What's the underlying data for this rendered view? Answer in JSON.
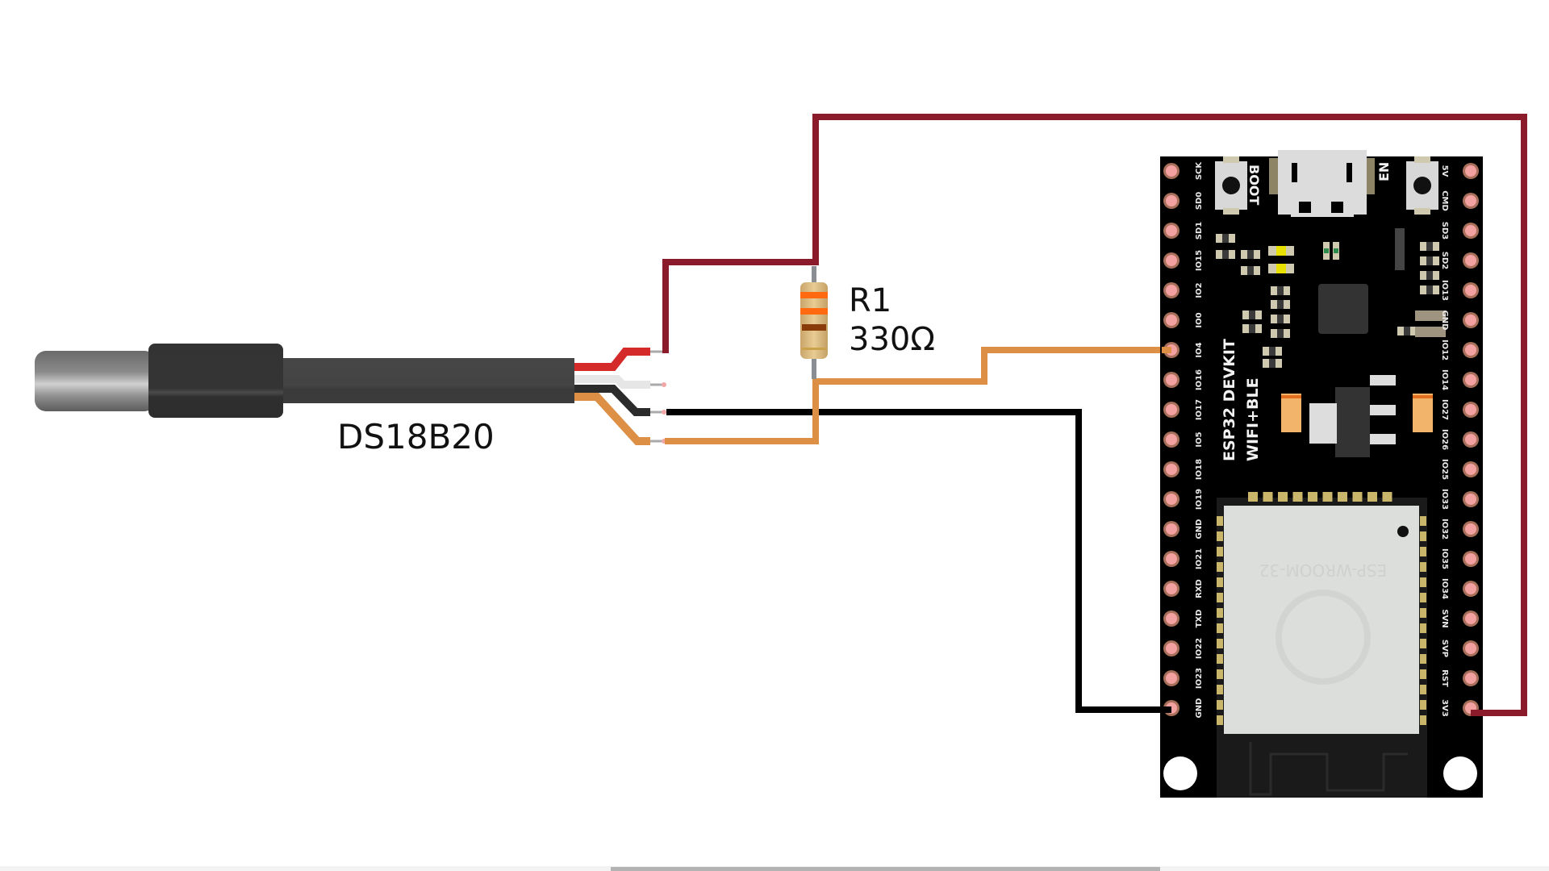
{
  "diagram": {
    "sensor": {
      "label": "DS18B20",
      "wire_colors": {
        "vcc": "#d42a2a",
        "nc": "#e6e6e6",
        "gnd": "#2b2b2b",
        "data": "#dc8f45"
      }
    },
    "resistor": {
      "designator": "R1",
      "value": "330Ω",
      "bands": [
        "#ff6a10",
        "#ff6a10",
        "#8a3b0a",
        "#c9a24a"
      ]
    },
    "board": {
      "name_line1": "ESP32 DEVKIT",
      "name_line2": "WIFI+BLE",
      "boot_label": "BOOT",
      "en_label": "EN",
      "module_label": "ESP-WROOM-32",
      "left_pins": [
        "SCK",
        "SD0",
        "SD1",
        "IO15",
        "IO2",
        "IO0",
        "IO4",
        "IO16",
        "IO17",
        "IO5",
        "IO18",
        "IO19",
        "GND",
        "IO21",
        "RXD",
        "TXD",
        "IO22",
        "IO23",
        "GND"
      ],
      "right_pins": [
        "5V",
        "CMD",
        "SD3",
        "SD2",
        "IO13",
        "GND",
        "IO12",
        "IO14",
        "IO27",
        "IO26",
        "IO25",
        "IO33",
        "IO32",
        "IO35",
        "IO34",
        "SVN",
        "SVP",
        "RST",
        "3V3"
      ]
    },
    "connections": [
      {
        "from": "DS18B20 VCC (red)",
        "to": "3V3",
        "color": "#8b1a2b"
      },
      {
        "from": "DS18B20 GND (black)",
        "to": "GND",
        "color": "#000000"
      },
      {
        "from": "DS18B20 DATA (orange)",
        "to": "IO4",
        "color": "#dc8f45"
      },
      {
        "from": "R1",
        "to": "VCC / DATA",
        "color": "#8b1a2b"
      }
    ]
  }
}
